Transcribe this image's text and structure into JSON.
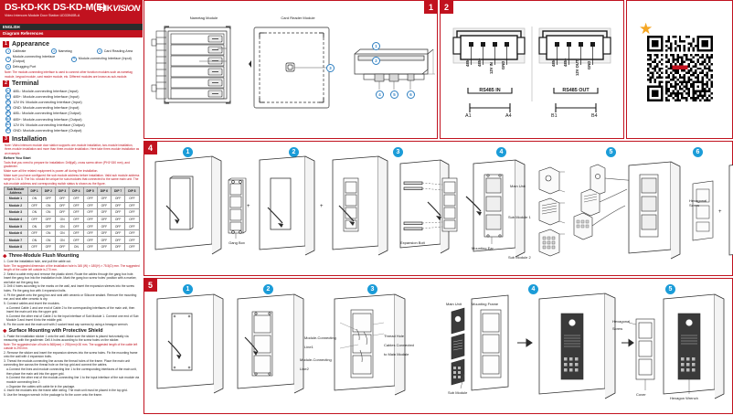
{
  "header": {
    "title": "DS-KD-KK  DS-KD-M(E)",
    "subtitle": "Video Intercom Module Door Station UD33940B-A",
    "brand": "HIK",
    "brand2": "VISION",
    "language": "ENGLISH",
    "diagram_bar": "Diagram References"
  },
  "sections": {
    "appearance": {
      "num": "1",
      "title": "Appearance",
      "callouts": [
        {
          "n": "1",
          "label": "Calibrate"
        },
        {
          "n": "2",
          "label": "Nametag"
        },
        {
          "n": "3",
          "label": "Card Reading Area"
        },
        {
          "n": "4",
          "label": "Module-connecting Interface (Output)"
        },
        {
          "n": "5",
          "label": "Module-connecting Interface (Input)"
        },
        {
          "n": "6",
          "label": "Debugging Port"
        }
      ],
      "note": "Note: The module-connecting interface is used to connect other function modules such as nametag module, keypad module, card reader module, etc. Different modules are known as sub-module."
    },
    "terminal": {
      "num": "2",
      "title": "Terminal",
      "rows": [
        {
          "n": "A1",
          "label": "485-: Module-connecting Interface (Input)"
        },
        {
          "n": "A2",
          "label": "485+: Module-connecting Interface (Input)"
        },
        {
          "n": "A3",
          "label": "12V IN: Module-connecting Interface (Input)"
        },
        {
          "n": "A4",
          "label": "GND: Module-connecting Interface (Input)"
        },
        {
          "n": "B1",
          "label": "485-: Module-connecting Interface (Output)"
        },
        {
          "n": "B2",
          "label": "485+: Module-connecting Interface (Output)"
        },
        {
          "n": "B3",
          "label": "12V IN: Module-connecting Interface (Output)"
        },
        {
          "n": "B4",
          "label": "GND: Module-connecting Interface (Output)"
        }
      ]
    },
    "installation": {
      "num": "3",
      "title": "Installation",
      "note": "Note: Video intercom module door station supports one-module installation, two-module installation, three-module installation and more than three-module installation. Here take three-module installation as an example.",
      "before_title": "Before You Start",
      "before_items": [
        "Tools that you need to prepare for installation: Drill(φ6), cross screw driver (PH1*150 mm), and gradienter.",
        "Make sure all the related equipment is power-off during the installation.",
        "Make sure you have configured the sub module address before installation. Valid sub module address range is 1 to 8. The No. should be unique for sub-modules that connected to the same main unit. The sub-module address and corresponding switch status is shown as the figure."
      ]
    },
    "dip_table": {
      "col_header_1": "Sub Module Address",
      "dip_headers": [
        "DIP 1",
        "DIP 2",
        "DIP 3",
        "DIP 4",
        "DIP 5",
        "DIP 6",
        "DIP 7",
        "DIP 8"
      ],
      "rows": [
        {
          "name": "Module 1",
          "values": [
            "ON",
            "OFF",
            "OFF",
            "OFF",
            "OFF",
            "OFF",
            "OFF",
            "OFF"
          ]
        },
        {
          "name": "Module 2",
          "values": [
            "OFF",
            "ON",
            "OFF",
            "OFF",
            "OFF",
            "OFF",
            "OFF",
            "OFF"
          ]
        },
        {
          "name": "Module 3",
          "values": [
            "ON",
            "ON",
            "OFF",
            "OFF",
            "OFF",
            "OFF",
            "OFF",
            "OFF"
          ]
        },
        {
          "name": "Module 4",
          "values": [
            "OFF",
            "OFF",
            "ON",
            "OFF",
            "OFF",
            "OFF",
            "OFF",
            "OFF"
          ]
        },
        {
          "name": "Module 5",
          "values": [
            "ON",
            "OFF",
            "ON",
            "OFF",
            "OFF",
            "OFF",
            "OFF",
            "OFF"
          ]
        },
        {
          "name": "Module 6",
          "values": [
            "OFF",
            "ON",
            "ON",
            "OFF",
            "OFF",
            "OFF",
            "OFF",
            "OFF"
          ]
        },
        {
          "name": "Module 7",
          "values": [
            "ON",
            "ON",
            "ON",
            "OFF",
            "OFF",
            "OFF",
            "OFF",
            "OFF"
          ]
        },
        {
          "name": "Module 8",
          "values": [
            "OFF",
            "OFF",
            "OFF",
            "ON",
            "OFF",
            "OFF",
            "OFF",
            "OFF"
          ]
        }
      ]
    },
    "flush": {
      "title": "Three-Module Flush Mounting",
      "steps": [
        "1. Core the installation hole, and pull the cable out.",
        "2. Select a cable entry and remove the plastic sheet. Route the cables through the gang box hole. Insert the gang box into the installation hole. Mark the gang box screw holes' position with a marker, and take out the gang box.",
        "3. Drill 4 holes according to the marks on the wall, and insert the expansion sleeves into the screw holes. Fix the gang box with 4 expansion bolts.",
        "4. Fit the gasket onto the gang box and seal with ceramic or Silicone sealant. Remove the mounting ear, and seal after ceramic is dry.",
        "5. Connect cables and insert the modules.",
        "6. Fix the cover and the main unit with 2 socket head cap screws by using a hexagon wrench."
      ],
      "substeps": [
        "a.Connect Cable 1 and one end of Cable 2 to the corresponding interfaces of the main unit, then insert the main unit into the upper grid.",
        "b.Connect the other end of Cable 2 to the input interface of Sub Module 1. Connect one end of Sub Module 3 and insert it into the middle grid."
      ],
      "note": "Note: The suggested dimension of the installation hole is 345 (W) × 180(H) × 75.5(D) mm. The suggested length of the cable left outside is 270 mm."
    },
    "surface": {
      "title": "Surface Mounting with Protective Shield",
      "steps": [
        "1. Paste the installation sticker 1 onto the wall. Make sure the sticker is placed horizontally via measuring with the gradienter. Drill 4 holes according to the screw holes on the sticker.",
        "2. Remove the sticker and insert the expansion sleeves into the screw holes. Fix the mounting frame onto the wall with 4 expansion bolts.",
        "3. Thread the module-connecting line across the thread holes of the frame. Place the main unit connecting line across the thread hole on the top grid and connect the cables.",
        "4. Insert the modules into the frame after wiring. The main unit must be placed in the top grid.",
        "5. Use the hexagon wrench in the package to fix the cover onto the frame."
      ],
      "substeps": [
        "a.Connect the lines and module connecting line 1 to the corresponding interfaces of the main unit, then place the main unit into the upper grid.",
        "b.Connect the other end of the module-connecting line 1 to the input interface of the sub module via module connecting line 2.",
        "c.Organize the cables with cable tie in the package."
      ],
      "note": "Note: The suggested size of hole is 568(mm) × 292(mm)×30 mm. The suggested length of the cable left outside is 290 mm."
    }
  },
  "panel1": {
    "num": "1",
    "nametag_label": "Nametag Module",
    "card_reader_label": "Card Reader Module",
    "callouts": [
      "1",
      "2",
      "3",
      "4",
      "5",
      "6"
    ]
  },
  "panel2": {
    "num": "2",
    "left_group": "RS485 IN",
    "right_group": "RS485 OUT",
    "left_pins": [
      "485-",
      "485+",
      "12V IN",
      "GND"
    ],
    "right_pins": [
      "485-",
      "485+",
      "12V OUT",
      "GND"
    ],
    "left_range": [
      "A1",
      "A4"
    ],
    "right_range": [
      "B1",
      "B4"
    ]
  },
  "panel3": {
    "num": "3",
    "star": "★",
    "qr_brand": "HIKVISION"
  },
  "panel4": {
    "num": "4",
    "steps": [
      "1",
      "2",
      "3",
      "4",
      "5",
      "6"
    ],
    "labels": {
      "gang_box": "Gang  Box",
      "expansion_bolt": "Expansion Bolt",
      "mounting_ear": "Mounting Ear",
      "main_unit": "Main Unit",
      "sub_module_1": "Sub Module 1",
      "sub_module_2": "Sub Module 2",
      "hex_screw_1": "Hexagonal",
      "hex_screw_2": "Screw"
    }
  },
  "panel5": {
    "num": "5",
    "steps": [
      "1",
      "2",
      "3",
      "4",
      "5"
    ],
    "labels": {
      "mod_line1_a": "Module-Connecting",
      "mod_line1_b": "Line1",
      "mod_line2_a": "Module-Connecting",
      "mod_line2_b": "Line2",
      "thread_hole": "Thread Hole",
      "cables_a": "Cables Connected",
      "cables_b": "to Main Module",
      "main_unit": "Main Unit",
      "sub_module": "Sub Module",
      "mounting_frame": "Mounting Frame",
      "hex_screw_a": "Hexagonal",
      "hex_screw_b": "Screw",
      "cover": "Cover",
      "hex_wrench": "Hexagon Wrench"
    }
  }
}
